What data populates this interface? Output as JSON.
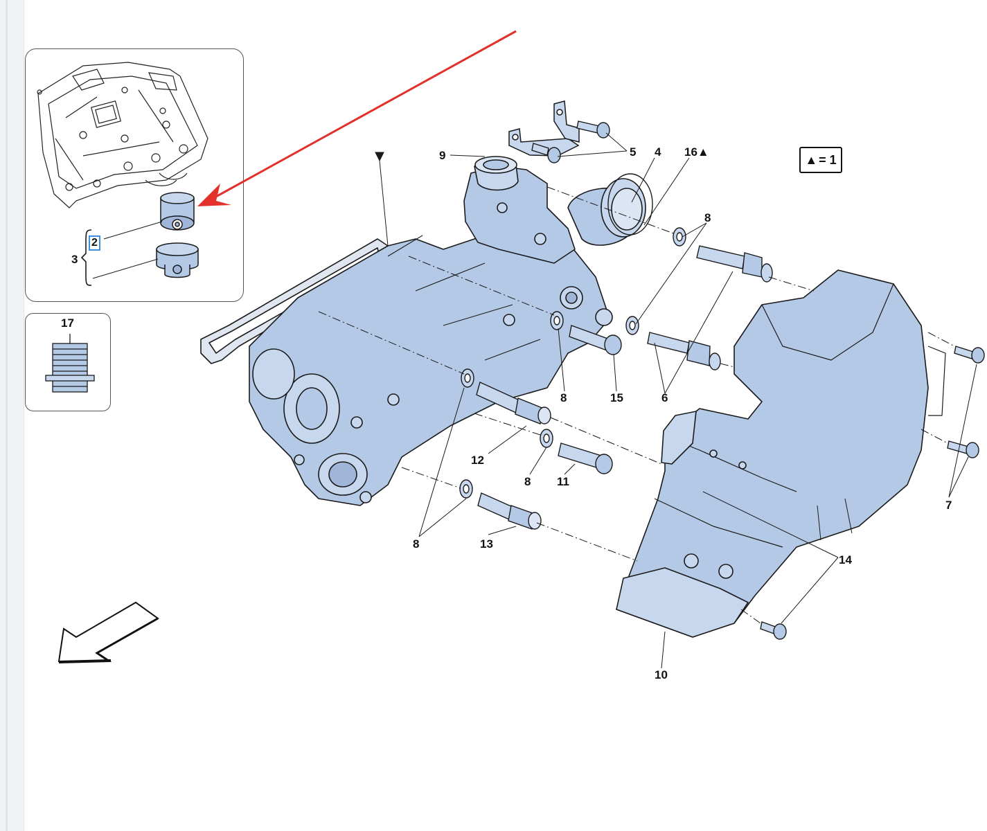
{
  "legend": {
    "symbol": "▲",
    "text": "= 1"
  },
  "inset_main": {
    "callouts": [
      {
        "id": "2",
        "boxed": true
      },
      {
        "id": "3",
        "boxed": false
      }
    ]
  },
  "inset_small": {
    "callout": "17"
  },
  "callouts": {
    "c4": "4",
    "c5": "5",
    "c6": "6",
    "c7": "7",
    "c8a": "8",
    "c8b": "8",
    "c8c": "8",
    "c8d": "8",
    "c9": "9",
    "c10": "10",
    "c11": "11",
    "c12": "12",
    "c13": "13",
    "c14": "14",
    "c15": "15",
    "c16": "16▲"
  },
  "colors": {
    "part_fill": "#b4c9e6",
    "part_stroke": "#1a1a1a",
    "arrow": "#e3302a",
    "highlight_box": "#3f8fe0"
  },
  "icons": {
    "triangle": "triangle-marker-icon",
    "direction": "front-direction-arrow-icon"
  }
}
